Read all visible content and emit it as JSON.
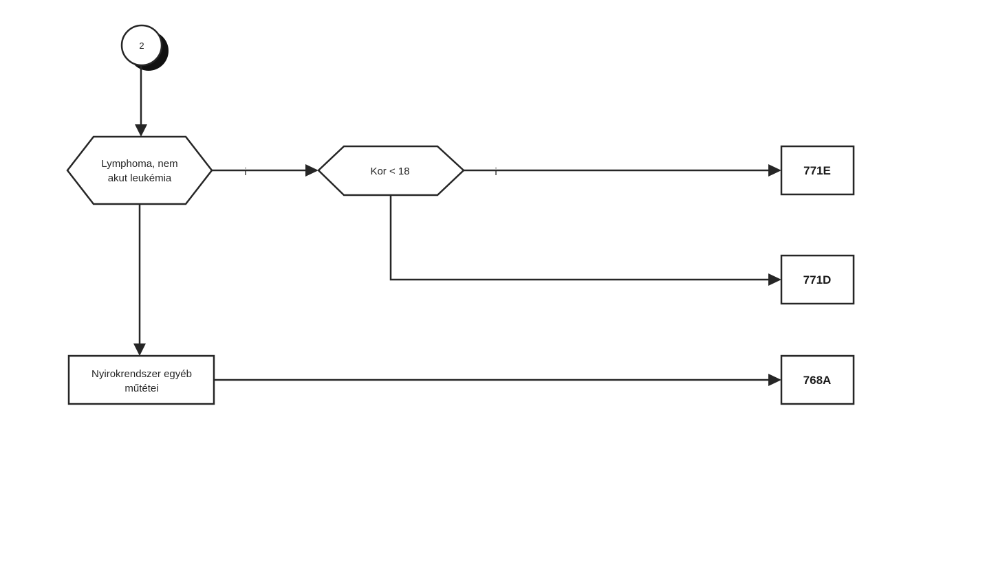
{
  "connector": {
    "label": "2"
  },
  "decisions": {
    "lymphoma": {
      "line1": "Lymphoma, nem",
      "line2": "akut leukémia"
    },
    "age": {
      "label": "Kor < 18"
    }
  },
  "process": {
    "lymph_surgery": {
      "line1": "Nyirokrendszer egyéb",
      "line2": "műtétei"
    }
  },
  "outcomes": {
    "e771": "771E",
    "d771": "771D",
    "a768": "768A"
  },
  "edges": {
    "lymphoma_yes": "i",
    "age_yes": "i"
  },
  "colors": {
    "stroke": "#262626",
    "background": "#ffffff",
    "connector_shadow": "#111111"
  }
}
